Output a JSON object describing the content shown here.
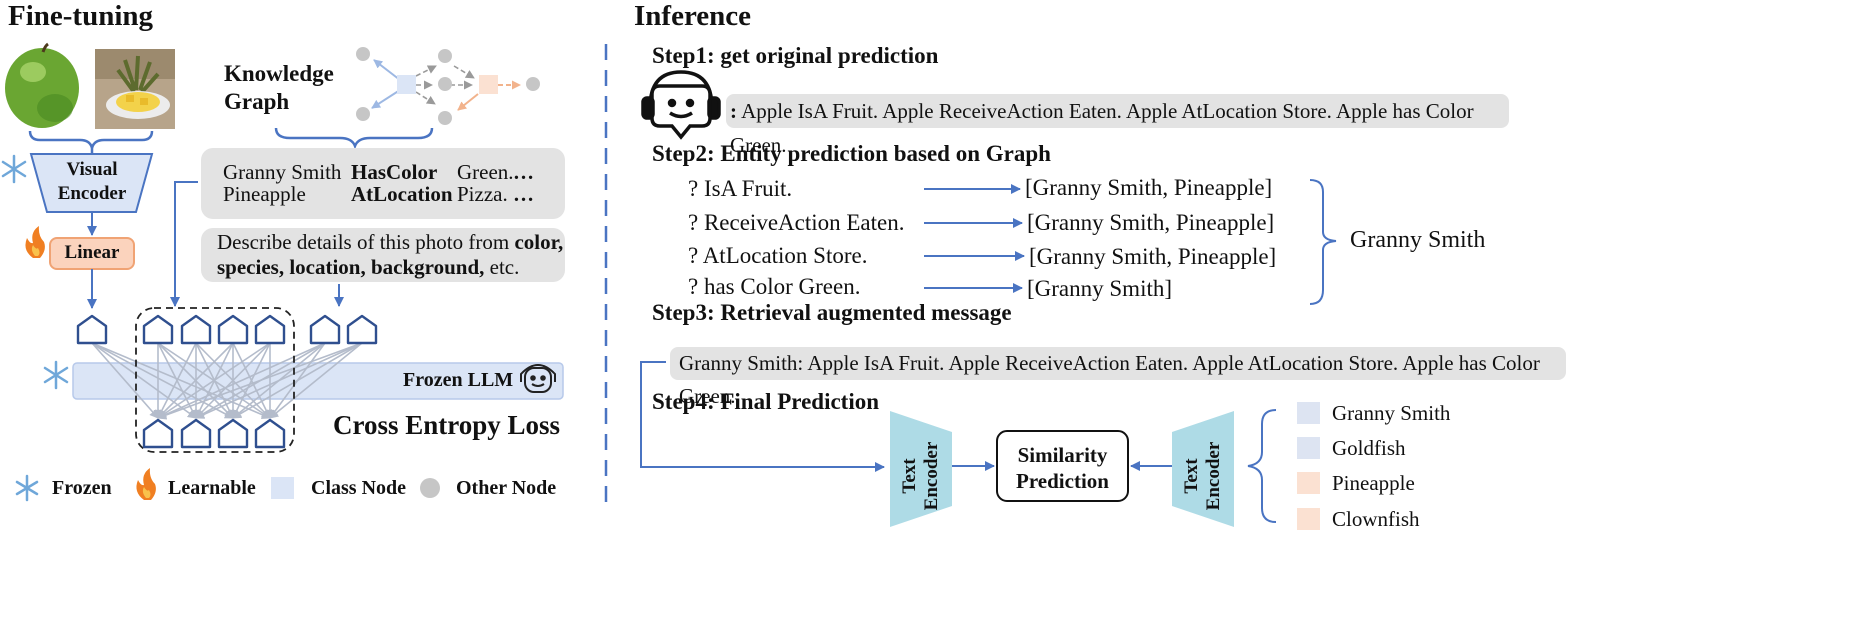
{
  "finetune": {
    "title": "Fine-tuning",
    "kg_title_1": "Knowledge",
    "kg_title_2": "Graph",
    "visual_encoder_1": "Visual",
    "visual_encoder_2": "Encoder",
    "linear": "Linear",
    "triples": [
      {
        "entity": "Granny Smith",
        "relation": "HasColor",
        "value": "Green.",
        "more": "…"
      },
      {
        "entity": "Pineapple",
        "relation": "AtLocation",
        "value": "Pizza.",
        "more": "…"
      }
    ],
    "prompt": {
      "p1": "Describe details of this photo from ",
      "b1": "color,",
      "b2": "species, location, background,",
      "p2": " etc."
    },
    "frozen_llm": "Frozen LLM",
    "loss": "Cross Entropy Loss",
    "legend": {
      "frozen": "Frozen",
      "learnable": "Learnable",
      "class_node": "Class Node",
      "other_node": "Other Node"
    }
  },
  "inference": {
    "title": "Inference",
    "step1": "Step1: get original prediction",
    "step1_bubble_colon": ":",
    "step1_bubble": " Apple IsA Fruit. Apple ReceiveAction Eaten. Apple AtLocation Store. Apple has Color Green.",
    "step2": "Step2: Entity prediction based on Graph",
    "queries": [
      {
        "q": "?  IsA Fruit.",
        "result": "[Granny Smith, Pineapple]"
      },
      {
        "q": "?  ReceiveAction Eaten.",
        "result": "[Granny Smith, Pineapple]"
      },
      {
        "q": "?  AtLocation Store.",
        "result": "[Granny Smith, Pineapple]"
      },
      {
        "q": "?  has Color Green.",
        "result": "[Granny Smith]"
      }
    ],
    "step2_result": "Granny Smith",
    "step3": "Step3: Retrieval augmented message",
    "augmented": "Granny Smith: Apple IsA Fruit. Apple ReceiveAction Eaten. Apple AtLocation Store. Apple has Color Green.",
    "step4": "Step4: Final Prediction",
    "text_encoder_1": "Text",
    "text_encoder_2": "Encoder",
    "similarity_1": "Similarity",
    "similarity_2": "Prediction",
    "classes": [
      {
        "label": "Granny Smith",
        "color": "#dde4f2"
      },
      {
        "label": "Goldfish",
        "color": "#dde4f2"
      },
      {
        "label": "Pineapple",
        "color": "#fbe1d2"
      },
      {
        "label": "Clownfish",
        "color": "#fbe1d2"
      }
    ]
  },
  "colors": {
    "blue": "#4a74c2",
    "dark_blue": "#2f4f8f",
    "light_blue_fill": "#dbe5f6",
    "cyan_encoder": "#aedbe6",
    "linear_fill": "#fbd3bd",
    "linear_border": "#f0a374",
    "gray_box": "#e3e3e3",
    "node_gray": "#c6c6c6"
  }
}
